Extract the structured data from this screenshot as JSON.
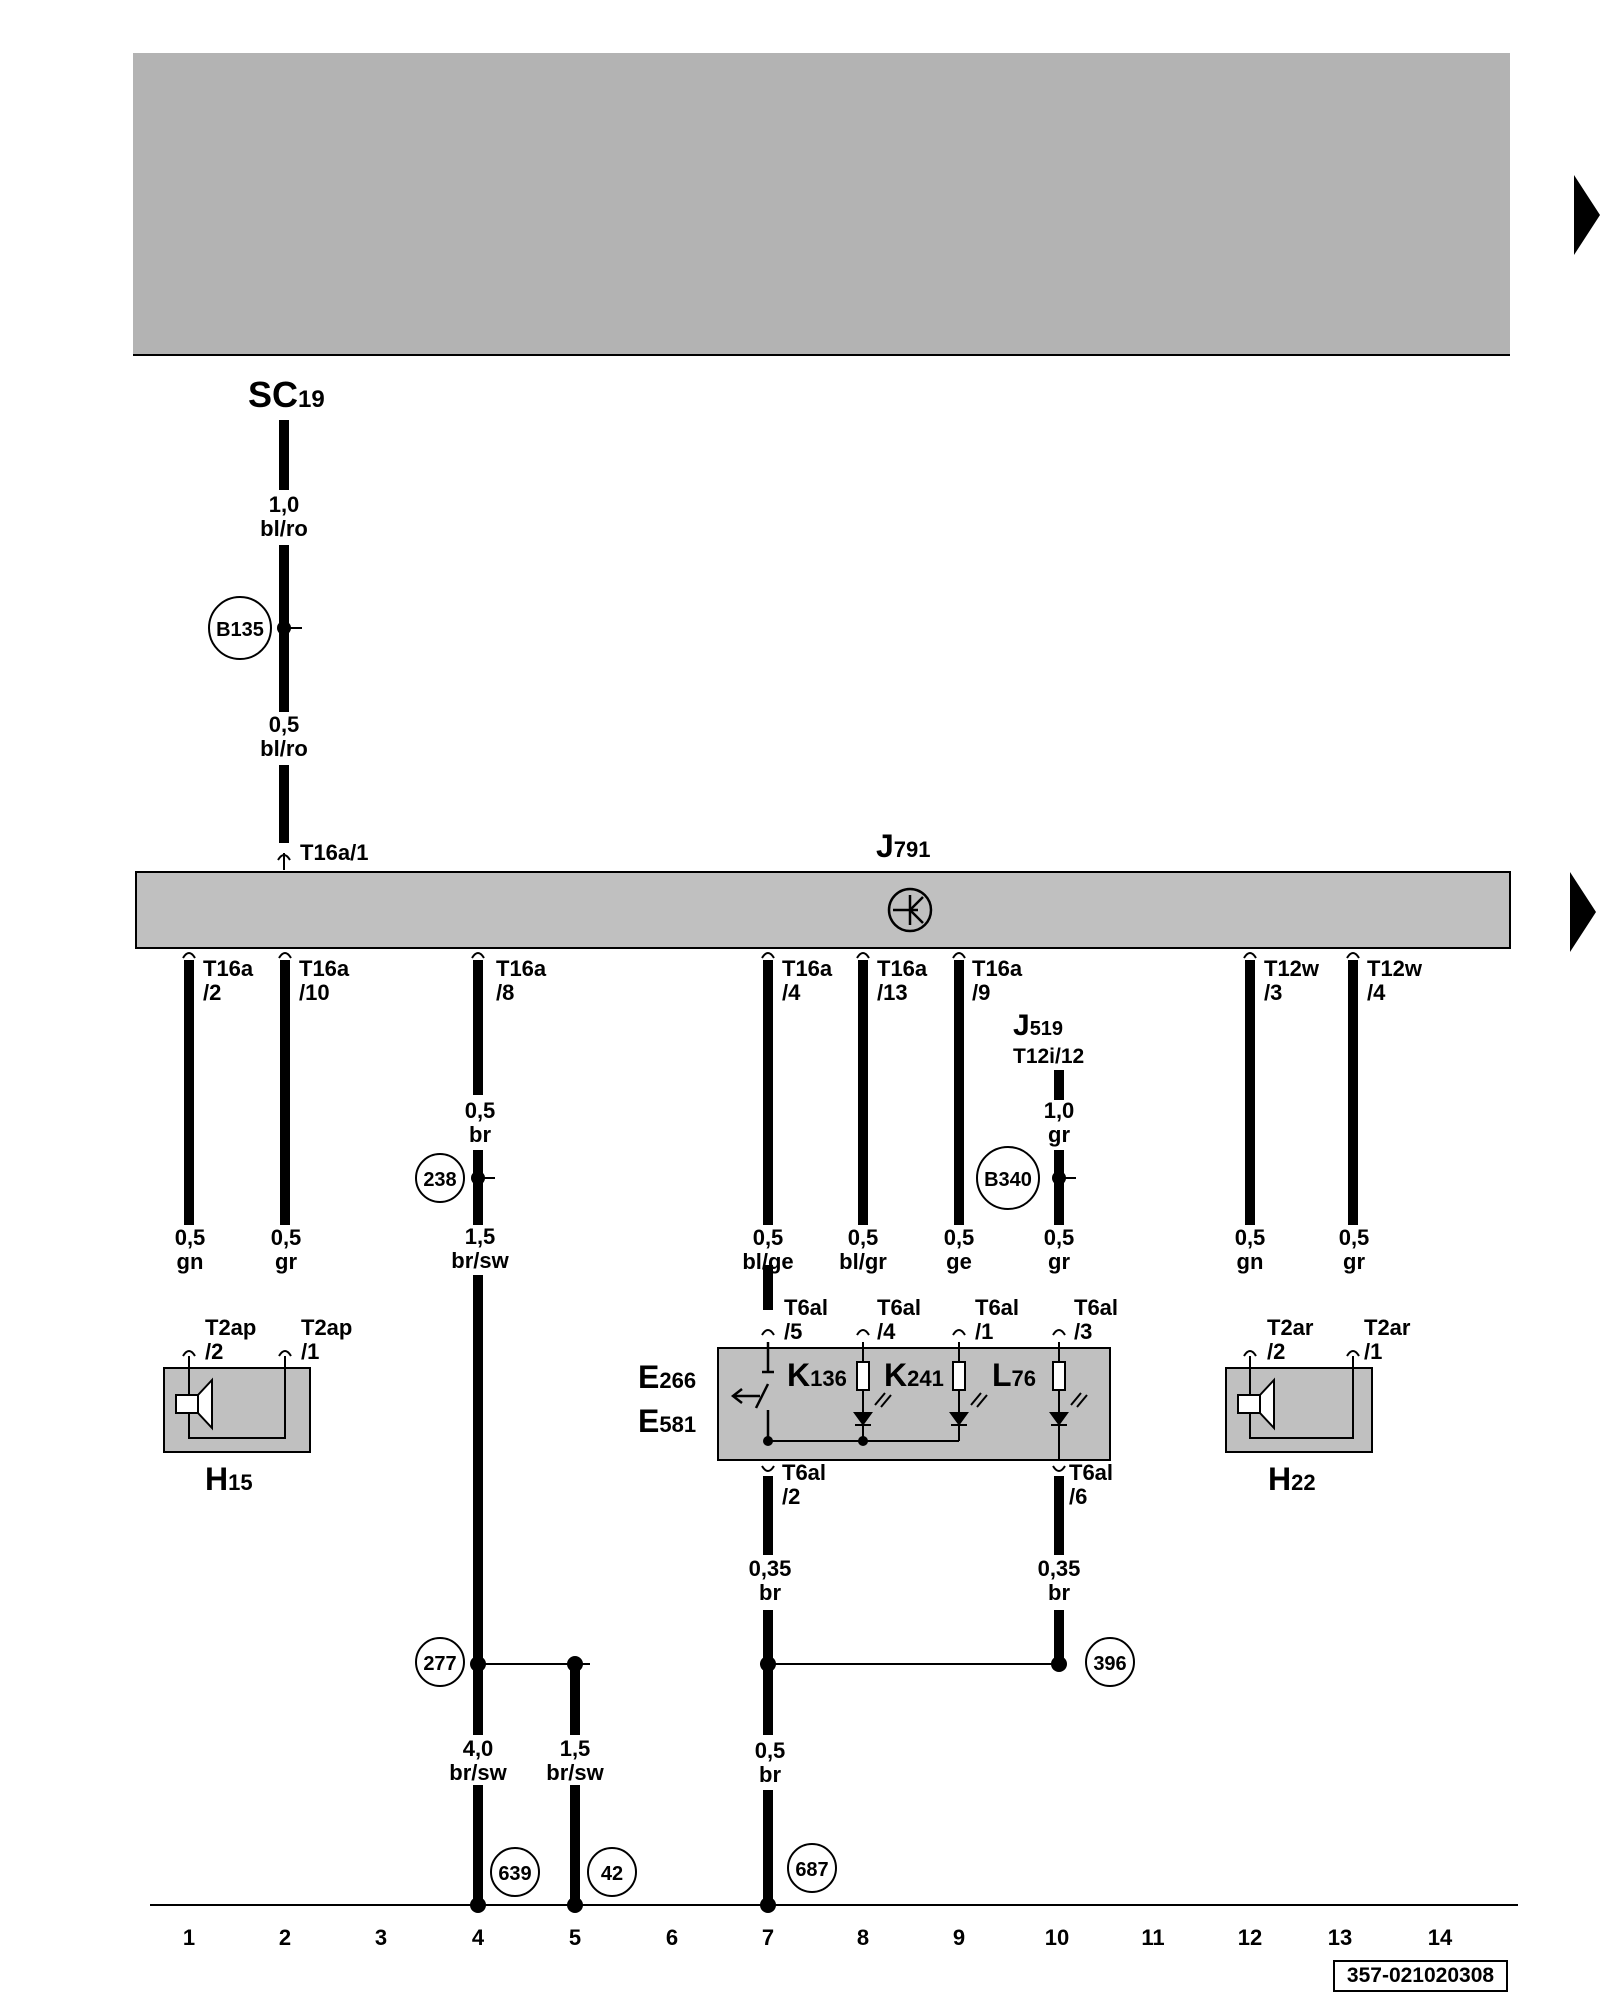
{
  "components": {
    "sc19": {
      "main": "SC",
      "sub": "19"
    },
    "j791": {
      "main": "J",
      "sub": "791"
    },
    "j519": {
      "main": "J",
      "sub": "519",
      "pin": "T12i/12"
    },
    "h15": {
      "main": "H",
      "sub": "15"
    },
    "h22": {
      "main": "H",
      "sub": "22"
    },
    "e266": {
      "main": "E",
      "sub": "266"
    },
    "e581": {
      "main": "E",
      "sub": "581"
    },
    "k136": {
      "main": "K",
      "sub": "136"
    },
    "k241": {
      "main": "K",
      "sub": "241"
    },
    "l76": {
      "main": "L",
      "sub": "76"
    }
  },
  "connectors": {
    "t16a_1": "T16a/1",
    "t16a_2": [
      "T16a",
      "/2"
    ],
    "t16a_10": [
      "T16a",
      "/10"
    ],
    "t16a_8": [
      "T16a",
      "/8"
    ],
    "t16a_4": [
      "T16a",
      "/4"
    ],
    "t16a_13": [
      "T16a",
      "/13"
    ],
    "t16a_9": [
      "T16a",
      "/9"
    ],
    "t12w_3": [
      "T12w",
      "/3"
    ],
    "t12w_4": [
      "T12w",
      "/4"
    ],
    "t2ap_2": [
      "T2ap",
      "/2"
    ],
    "t2ap_1": [
      "T2ap",
      "/1"
    ],
    "t2ar_2": [
      "T2ar",
      "/2"
    ],
    "t2ar_1": [
      "T2ar",
      "/1"
    ],
    "t6al_5": [
      "T6al",
      "/5"
    ],
    "t6al_4": [
      "T6al",
      "/4"
    ],
    "t6al_1": [
      "T6al",
      "/1"
    ],
    "t6al_3": [
      "T6al",
      "/3"
    ],
    "t6al_2": [
      "T6al",
      "/2"
    ],
    "t6al_6": [
      "T6al",
      "/6"
    ]
  },
  "wires": {
    "w_sc_top": [
      "1,0",
      "bl/ro"
    ],
    "w_sc_bot": [
      "0,5",
      "bl/ro"
    ],
    "w1": [
      "0,5",
      "gn"
    ],
    "w2": [
      "0,5",
      "gr"
    ],
    "w4_top": [
      "0,5",
      "br"
    ],
    "w4_mid": [
      "1,5",
      "br/sw"
    ],
    "w7_top": [
      "0,5",
      "bl/ge"
    ],
    "w8": [
      "0,5",
      "bl/gr"
    ],
    "w9": [
      "0,5",
      "ge"
    ],
    "w10_top": [
      "1,0",
      "gr"
    ],
    "w10_mid": [
      "0,5",
      "gr"
    ],
    "w12": [
      "0,5",
      "gn"
    ],
    "w13": [
      "0,5",
      "gr"
    ],
    "w7_mid": [
      "0,35",
      "br"
    ],
    "w10_bot": [
      "0,35",
      "br"
    ],
    "w4_bot": [
      "4,0",
      "br/sw"
    ],
    "w5_bot": [
      "1,5",
      "br/sw"
    ],
    "w7_bot": [
      "0,5",
      "br"
    ]
  },
  "connection_points": [
    "B135",
    "238",
    "B340",
    "277",
    "396",
    "639",
    "42",
    "687"
  ],
  "grid_numbers": [
    "1",
    "2",
    "3",
    "4",
    "5",
    "6",
    "7",
    "8",
    "9",
    "10",
    "11",
    "12",
    "13",
    "14"
  ],
  "document_number": "357-021020308",
  "colors": {
    "ink": "#000000",
    "panel": "#b3b3b3",
    "module": "#c0c0c0",
    "background": "#ffffff"
  }
}
